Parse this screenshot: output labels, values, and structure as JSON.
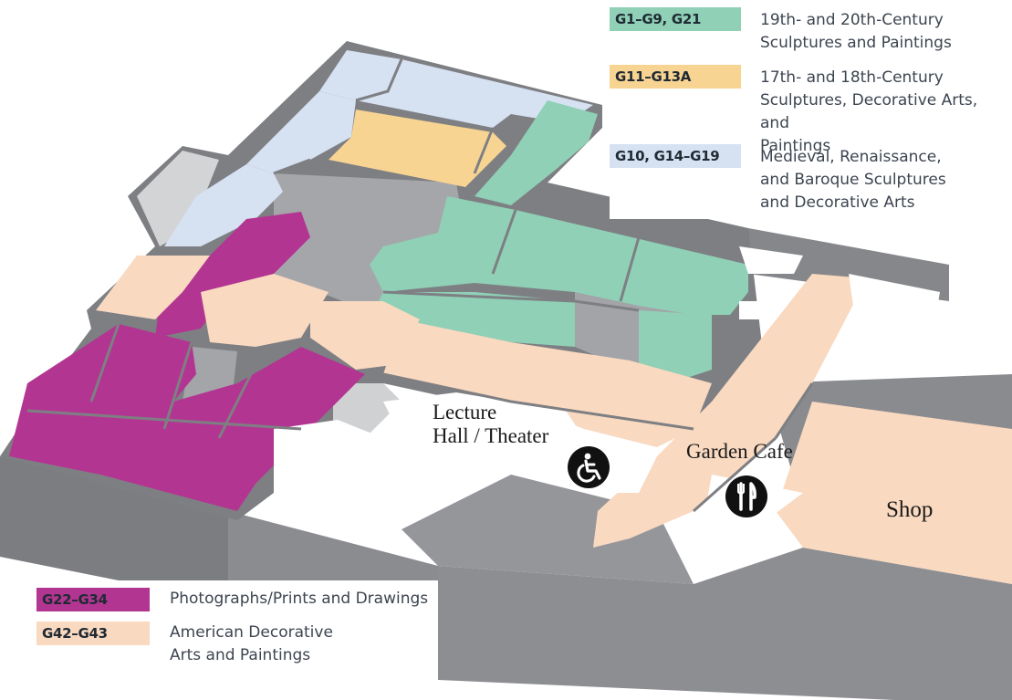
{
  "legend_top": [
    {
      "code": "G1–G9, G21",
      "color": "#8fd0b6",
      "line1": "19th- and 20th-Century",
      "line2": "Sculptures and Paintings",
      "line3": ""
    },
    {
      "code": "G11–G13A",
      "color": "#f8d493",
      "line1": "17th- and 18th-Century",
      "line2": "Sculptures, Decorative Arts, and",
      "line3": "Paintings"
    },
    {
      "code": "G10, G14–G19",
      "color": "#d6e1f2",
      "line1": "Medieval, Renaissance,",
      "line2": "and Baroque Sculptures",
      "line3": "and Decorative Arts"
    }
  ],
  "legend_bottom": [
    {
      "code": "G22–G34",
      "color": "#b33592",
      "line1": "Photographs/Prints and Drawings",
      "line2": ""
    },
    {
      "code": "G42–G43",
      "color": "#f9d9c0",
      "line1": "American Decorative",
      "line2": "Arts and Paintings"
    }
  ],
  "labels": {
    "lecture_line1": "Lecture",
    "lecture_line2": "Hall / Theater",
    "cafe": "Garden Cafe",
    "shop": "Shop"
  },
  "icons": {
    "accessible": "wheelchair-icon",
    "dining": "fork-knife-icon"
  },
  "colors": {
    "sculpture_19_20c": "#8fd0b6",
    "c17_18": "#f8d493",
    "medieval": "#d6e1f2",
    "photographs": "#b33592",
    "american": "#f9d9c0",
    "service_gray": "#a7a8ac",
    "walls": "#7e7f83",
    "light_gray": "#d2d3d5"
  }
}
